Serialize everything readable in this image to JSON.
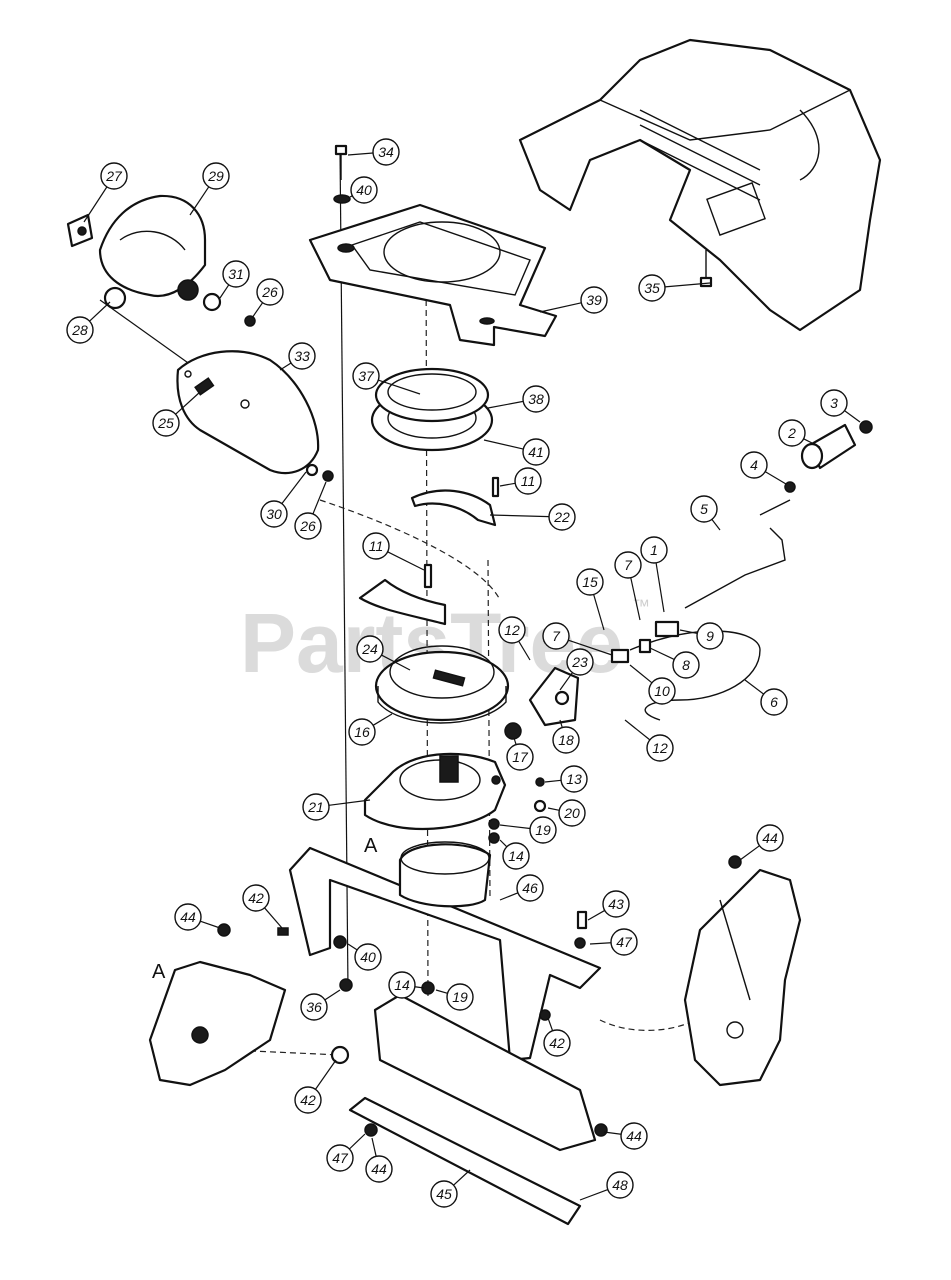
{
  "watermark": {
    "text": "PartsTree",
    "tm": "™"
  },
  "colors": {
    "ink": "#111111",
    "paper": "#ffffff",
    "watermark": "#cfcfcf"
  },
  "section_letters": [
    "A",
    "A"
  ],
  "callouts": [
    "34",
    "40",
    "27",
    "29",
    "31",
    "26",
    "28",
    "33",
    "25",
    "30",
    "26",
    "35",
    "39",
    "37",
    "38",
    "41",
    "11",
    "22",
    "3",
    "2",
    "4",
    "5",
    "11",
    "1",
    "7",
    "15",
    "9",
    "12",
    "7",
    "8",
    "24",
    "23",
    "10",
    "6",
    "16",
    "18",
    "12",
    "17",
    "13",
    "21",
    "20",
    "19",
    "14",
    "44",
    "42",
    "46",
    "43",
    "47",
    "44",
    "40",
    "36",
    "14",
    "19",
    "42",
    "42",
    "44",
    "47",
    "44",
    "45",
    "48"
  ]
}
